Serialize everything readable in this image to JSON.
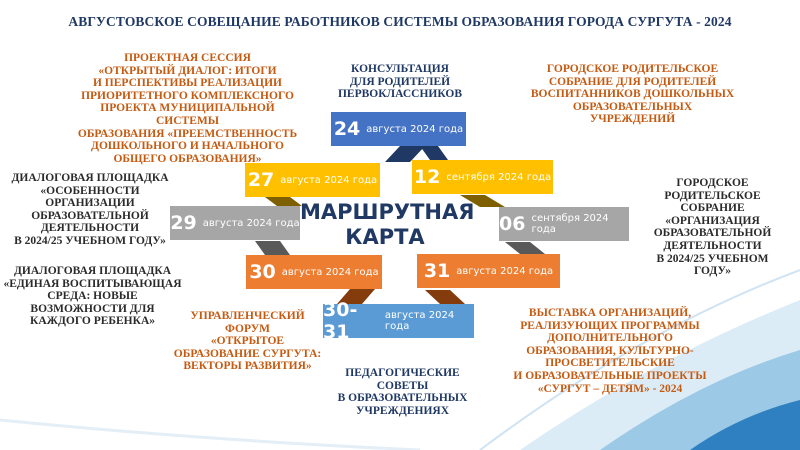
{
  "header": {
    "title": "АВГУСТОВСКОЕ СОВЕЩАНИЕ РАБОТНИКОВ СИСТЕМЫ ОБРАЗОВАНИЯ ГОРОДА СУРГУТА - 2024"
  },
  "map_title": "МАРШРУТНАЯ\nКАРТА",
  "colors": {
    "blue": "#4472C4",
    "light_blue": "#5B9BD5",
    "yellow": "#FFC000",
    "gray": "#A6A6A6",
    "orange": "#ED7D31",
    "navy": "#1F3864",
    "brown": "#C55A11"
  },
  "dates": [
    {
      "num": "24",
      "label": "августа 2024 года"
    },
    {
      "num": "27",
      "label": "августа 2024 года"
    },
    {
      "num": "12",
      "label": "сентября 2024 года"
    },
    {
      "num": "29",
      "label": "августа 2024 года"
    },
    {
      "num": "06",
      "label": "сентября 2024 года"
    },
    {
      "num": "30",
      "label": "августа 2024 года"
    },
    {
      "num": "31",
      "label": "августа 2024 года"
    },
    {
      "num": "30-31",
      "label": "августа 2024 года"
    }
  ],
  "events": {
    "project_session": "ПРОЕКТНАЯ СЕССИЯ\n«ОТКРЫТЫЙ ДИАЛОГ: ИТОГИ\nИ ПЕРСПЕКТИВЫ РЕАЛИЗАЦИИ\nПРИОРИТЕТНОГО КОМПЛЕКСНОГО\nПРОЕКТА МУНИЦИПАЛЬНОЙ СИСТЕМЫ\nОБРАЗОВАНИЯ «ПРЕЕМСТВЕННОСТЬ\nДОШКОЛЬНОГО И НАЧАЛЬНОГО\nОБЩЕГО ОБРАЗОВАНИЯ»",
    "consultation": "КОНСУЛЬТАЦИЯ\nДЛЯ РОДИТЕЛЕЙ\nПЕРВОКЛАССНИКОВ",
    "city_meeting_preschool": "ГОРОДСКОЕ РОДИТЕЛЬСКОЕ\nСОБРАНИЕ ДЛЯ РОДИТЕЛЕЙ\nВОСПИТАННИКОВ ДОШКОЛЬНЫХ\nОБРАЗОВАТЕЛЬНЫХ\nУЧРЕЖДЕНИЙ",
    "dialog_org": "ДИАЛОГОВАЯ ПЛОЩАДКА\n«ОСОБЕННОСТИ\nОРГАНИЗАЦИИ\nОБРАЗОВАТЕЛЬНОЙ\nДЕЯТЕЛЬНОСТИ\nВ 2024/25 УЧЕБНОМ ГОДУ»",
    "dialog_env": "ДИАЛОГОВАЯ ПЛОЩАДКА\n«ЕДИНАЯ ВОСПИТЫВАЮЩАЯ\nСРЕДА: НОВЫЕ\nВОЗМОЖНОСТИ ДЛЯ\nКАЖДОГО РЕБЕНКА»",
    "forum": "УПРАВЛЕНЧЕСКИЙ\nФОРУМ\n«ОТКРЫТОЕ\nОБРАЗОВАНИЕ СУРГУТА:\nВЕКТОРЫ РАЗВИТИЯ»",
    "ped_councils": "ПЕДАГОГИЧЕСКИЕ\nСОВЕТЫ\nВ ОБРАЗОВАТЕЛЬНЫХ\nУЧРЕЖДЕНИЯХ",
    "city_meeting_org": "ГОРОДСКОЕ\nРОДИТЕЛЬСКОЕ\nСОБРАНИЕ\n«ОРГАНИЗАЦИЯ\nОБРАЗОВАТЕЛЬНОЙ\nДЕЯТЕЛЬНОСТИ\nВ 2024/25 УЧЕБНОМ\nГОДУ»",
    "exhibition": "ВЫСТАВКА ОРГАНИЗАЦИЙ,\nРЕАЛИЗУЮЩИХ ПРОГРАММЫ\nДОПОЛНИТЕЛЬНОГО\nОБРАЗОВАНИЯ, КУЛЬТУРНО-\nПРОСВЕТИТЕЛЬСКИЕ\nИ ОБРАЗОВАТЕЛЬНЫЕ ПРОЕКТЫ\n«СУРГУТ – ДЕТЯМ» - 2024"
  }
}
